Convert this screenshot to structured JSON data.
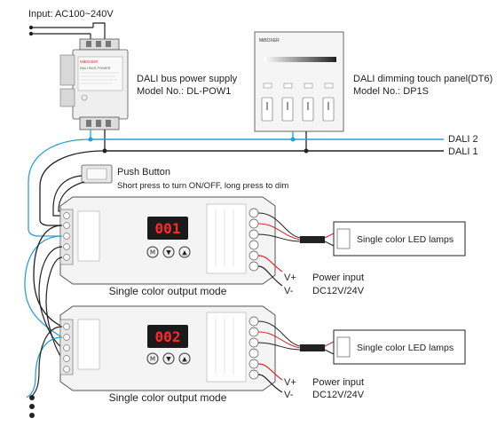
{
  "input_label": "Input: AC100~240V",
  "power_supply": {
    "title": "DALI bus power supply",
    "model": "Model No.: DL-POW1",
    "device_text": "DALI BUS POWER"
  },
  "touch_panel": {
    "brand": "MiBOXER",
    "title": "DALI dimming touch panel(DT6)",
    "model": "Model No.: DP1S"
  },
  "bus": {
    "dali2": "DALI 2",
    "dali1": "DALI 1"
  },
  "push_button": {
    "title": "Push Button",
    "desc": "Short press to turn ON/OFF, long press to dim"
  },
  "controllers": [
    {
      "display": "001",
      "mode": "Single color output mode",
      "lamps": "Single color LED lamps",
      "power_title": "Power input",
      "power_spec": "DC12V/24V",
      "vplus": "V+",
      "vminus": "V-",
      "buttons": [
        "M",
        "▼",
        "▲"
      ]
    },
    {
      "display": "002",
      "mode": "Single color output mode",
      "lamps": "Single color LED lamps",
      "power_title": "Power input",
      "power_spec": "DC12V/24V",
      "vplus": "V+",
      "vminus": "V-",
      "buttons": [
        "M",
        "▼",
        "▲"
      ]
    }
  ],
  "colors": {
    "dali2_wire": "#2a9fd6",
    "dali1_wire": "#222222",
    "power_wire": "#d8262e",
    "display_bg": "#1a1a1a",
    "display_digit": "#ff2a2a"
  }
}
